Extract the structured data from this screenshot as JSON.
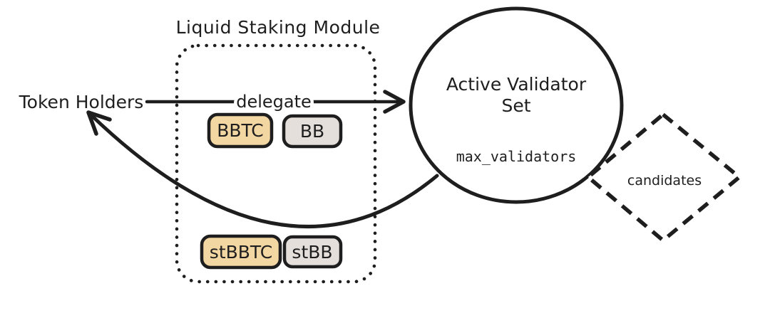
{
  "diagram": {
    "title": "Liquid Staking Module",
    "token_holders": "Token Holders",
    "delegate": "delegate",
    "badges": {
      "bbtc": "BBTC",
      "bb": "BB",
      "stbbtc": "stBBTC",
      "stbb": "stBB"
    },
    "validator_set": {
      "line1": "Active Validator",
      "line2": "Set",
      "param": "max_validators"
    },
    "candidates": "candidates",
    "colors": {
      "ink": "#1e1e1e",
      "bbtc_fill": "#f3d7a3",
      "bb_fill": "#e5dfdc",
      "background": "#ffffff"
    }
  }
}
